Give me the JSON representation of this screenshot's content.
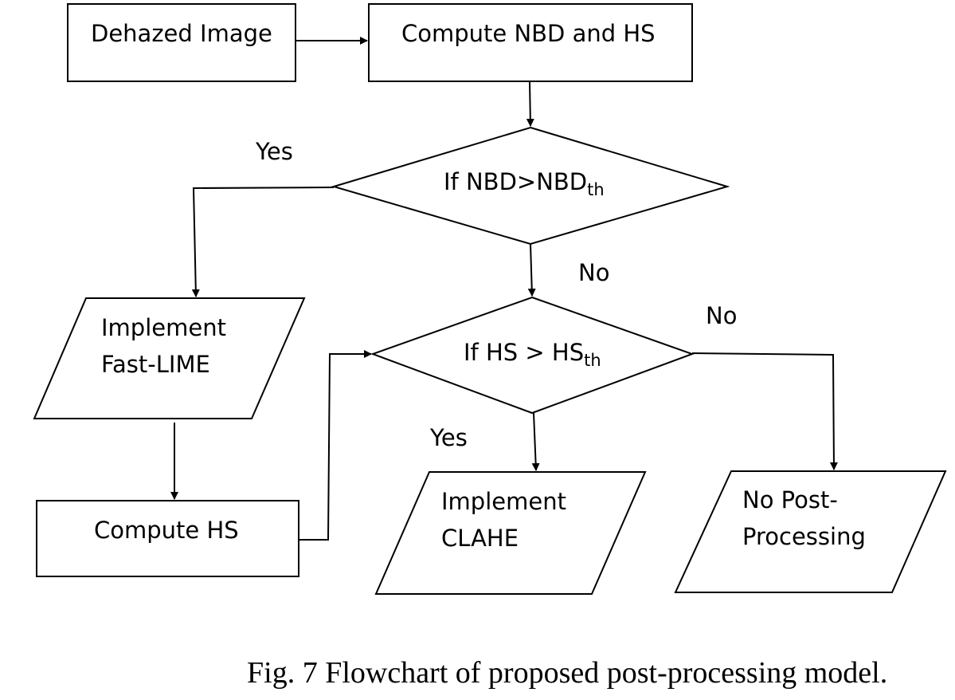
{
  "nodes": {
    "dehazed_image": "Dehazed Image",
    "compute_nbd_hs": "Compute NBD and HS",
    "nbd_decision": {
      "text": "If NBD>NBD",
      "sub": "th"
    },
    "implement_fast_lime": "Implement\nFast-LIME",
    "compute_hs": "Compute HS",
    "hs_decision": {
      "text": "If HS > HS",
      "sub": "th"
    },
    "implement_clahe": "Implement\nCLAHE",
    "no_post_processing": "No Post-\nProcessing"
  },
  "edge_labels": {
    "nbd_yes": "Yes",
    "nbd_no": "No",
    "hs_no": "No",
    "hs_yes": "Yes"
  },
  "caption": "Fig. 7 Flowchart of proposed post-processing model."
}
